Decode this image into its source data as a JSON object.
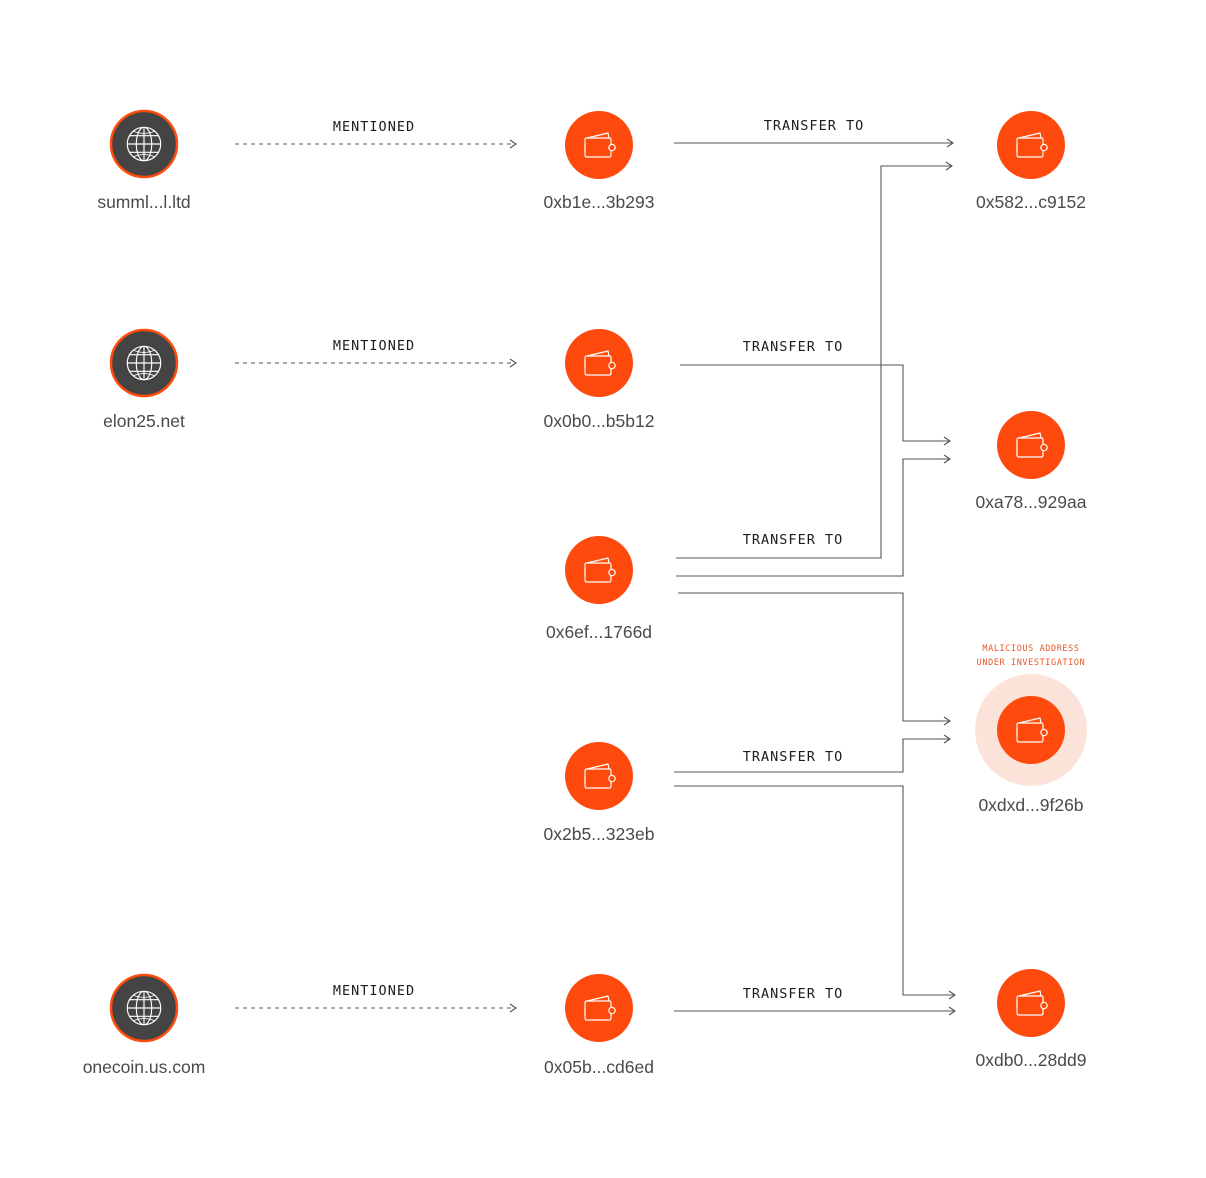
{
  "colors": {
    "wallet_fill": "#ff4a0d",
    "domain_fill": "#444444",
    "domain_ring": "#ff4a0d",
    "halo": "#fbe3da",
    "line": "#555555",
    "warning_text": "#e8582a"
  },
  "warning": {
    "line1": "MALICIOUS ADDRESS",
    "line2": "UNDER INVESTIGATION"
  },
  "nodes": [
    {
      "id": "d1",
      "kind": "domain",
      "icon": "globe-icon",
      "label": "summl...l.ltd"
    },
    {
      "id": "d2",
      "kind": "domain",
      "icon": "globe-icon",
      "label": "elon25.net"
    },
    {
      "id": "d3",
      "kind": "domain",
      "icon": "globe-icon",
      "label": "onecoin.us.com"
    },
    {
      "id": "w1",
      "kind": "wallet",
      "icon": "wallet-icon",
      "label": "0xb1e...3b293"
    },
    {
      "id": "w2",
      "kind": "wallet",
      "icon": "wallet-icon",
      "label": "0x0b0...b5b12"
    },
    {
      "id": "w3",
      "kind": "wallet",
      "icon": "wallet-icon",
      "label": "0x6ef...1766d"
    },
    {
      "id": "w4",
      "kind": "wallet",
      "icon": "wallet-icon",
      "label": "0x2b5...323eb"
    },
    {
      "id": "w5",
      "kind": "wallet",
      "icon": "wallet-icon",
      "label": "0x05b...cd6ed"
    },
    {
      "id": "t1",
      "kind": "wallet",
      "icon": "wallet-icon",
      "label": "0x582...c9152"
    },
    {
      "id": "t2",
      "kind": "wallet",
      "icon": "wallet-icon",
      "label": "0xa78...929aa"
    },
    {
      "id": "t3",
      "kind": "wallet",
      "icon": "wallet-icon",
      "label": "0xdxd...9f26b",
      "flagged": true
    },
    {
      "id": "t4",
      "kind": "wallet",
      "icon": "wallet-icon",
      "label": "0xdb0...28dd9"
    }
  ],
  "edges": [
    {
      "from": "d1",
      "to": "w1",
      "type": "mentioned",
      "label": "MENTIONED"
    },
    {
      "from": "d2",
      "to": "w2",
      "type": "mentioned",
      "label": "MENTIONED"
    },
    {
      "from": "d3",
      "to": "w5",
      "type": "mentioned",
      "label": "MENTIONED"
    },
    {
      "from": "w1",
      "to": "t1",
      "type": "transfer",
      "label": "TRANSFER TO"
    },
    {
      "from": "w2",
      "to": "t2",
      "type": "transfer",
      "label": "TRANSFER TO"
    },
    {
      "from": "w3",
      "to": "t1",
      "type": "transfer",
      "label": "TRANSFER TO"
    },
    {
      "from": "w3",
      "to": "t2",
      "type": "transfer",
      "label": ""
    },
    {
      "from": "w3",
      "to": "t3",
      "type": "transfer",
      "label": ""
    },
    {
      "from": "w4",
      "to": "t3",
      "type": "transfer",
      "label": "TRANSFER TO"
    },
    {
      "from": "w4",
      "to": "t4",
      "type": "transfer",
      "label": ""
    },
    {
      "from": "w5",
      "to": "t4",
      "type": "transfer",
      "label": "TRANSFER TO"
    }
  ]
}
